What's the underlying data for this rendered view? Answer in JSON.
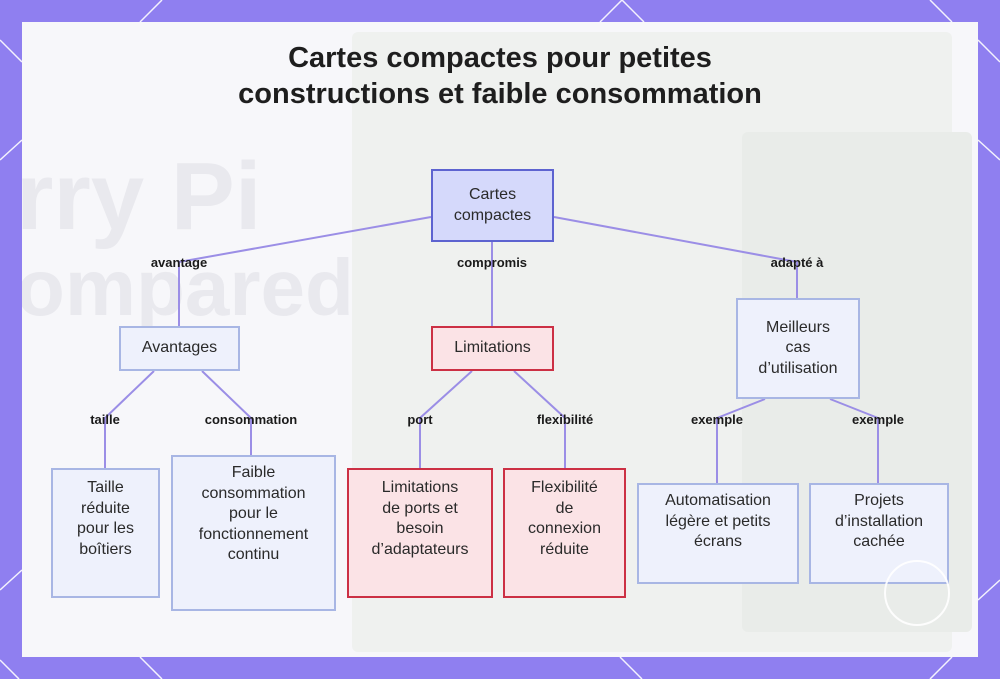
{
  "title_lines": [
    "Cartes compactes pour petites",
    "constructions et faible consommation"
  ],
  "nodes": {
    "root": [
      "Cartes",
      "compactes"
    ],
    "avantages": [
      "Avantages"
    ],
    "limitations": [
      "Limitations"
    ],
    "meilleurs": [
      "Meilleurs",
      "cas",
      "d’utilisation"
    ],
    "taille": [
      "Taille",
      "réduite",
      "pour les",
      "boîtiers"
    ],
    "faible": [
      "Faible",
      "consommation",
      "pour le",
      "fonctionnement",
      "continu"
    ],
    "ports": [
      "Limitations",
      "de ports et",
      "besoin",
      "d’adaptateurs"
    ],
    "flex": [
      "Flexibilité",
      "de",
      "connexion",
      "réduite"
    ],
    "auto": [
      "Automatisation",
      "légère et petits",
      "écrans"
    ],
    "projets": [
      "Projets",
      "d’installation",
      "cachée"
    ]
  },
  "edge_labels": {
    "avantage": "avantage",
    "compromis": "compromis",
    "adapte": "adapté à",
    "taille": "taille",
    "consommation": "consommation",
    "port": "port",
    "flexibilite": "flexibilité",
    "exemple1": "exemple",
    "exemple2": "exemple"
  },
  "colors": {
    "frame": "#8f7ff0",
    "edge": "#9b8ee6",
    "root_fill": "#d5d9fb",
    "root_border": "#5d63d0",
    "blue_fill": "#eef1fc",
    "blue_border": "#a8b6e4",
    "red_fill": "#fbe3e6",
    "red_border": "#cc3044"
  }
}
